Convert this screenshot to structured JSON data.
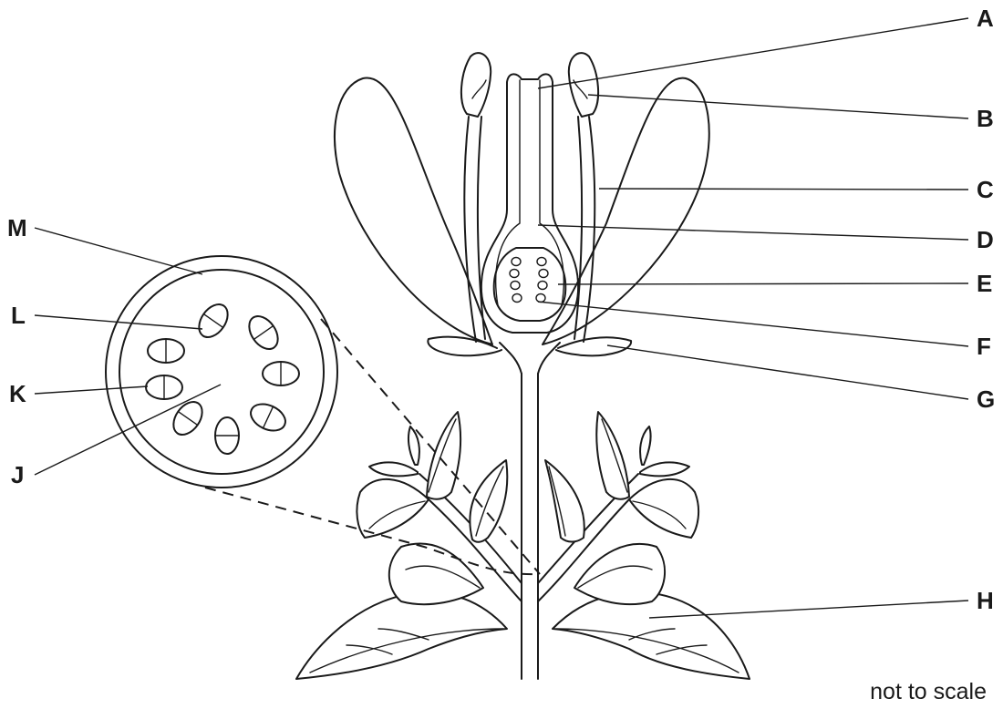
{
  "labels": {
    "A": "A",
    "B": "B",
    "C": "C",
    "D": "D",
    "E": "E",
    "F": "F",
    "G": "G",
    "H": "H",
    "J": "J",
    "K": "K",
    "L": "L",
    "M": "M"
  },
  "note": "not to scale"
}
